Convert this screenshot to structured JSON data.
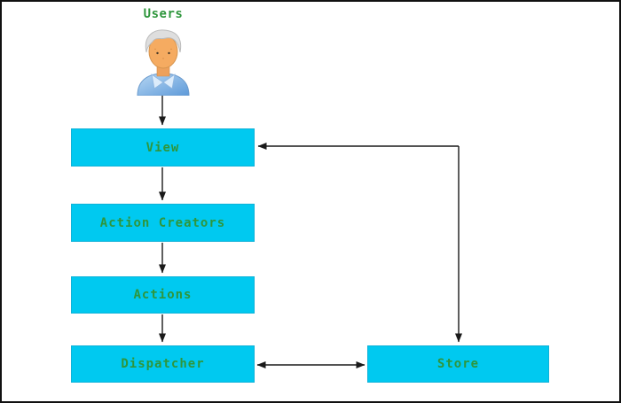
{
  "diagram": {
    "user_label": "Users",
    "avatar_icon": "user-avatar-icon",
    "nodes": [
      {
        "id": "view",
        "label": "View"
      },
      {
        "id": "action-creators",
        "label": "Action Creators"
      },
      {
        "id": "actions",
        "label": "Actions"
      },
      {
        "id": "dispatcher",
        "label": "Dispatcher"
      },
      {
        "id": "store",
        "label": "Store"
      }
    ],
    "edges": [
      {
        "from": "Users",
        "to": "View",
        "type": "arrow"
      },
      {
        "from": "View",
        "to": "Action Creators",
        "type": "arrow"
      },
      {
        "from": "Action Creators",
        "to": "Actions",
        "type": "arrow"
      },
      {
        "from": "Actions",
        "to": "Dispatcher",
        "type": "arrow"
      },
      {
        "from": "Dispatcher",
        "to": "Store",
        "type": "bidirectional-arrow"
      },
      {
        "from": "Store",
        "to": "View",
        "type": "elbow-line-arrowheads-into-view-and-store"
      }
    ],
    "colors": {
      "node_fill": "#00c9f0",
      "node_border": "#0fb2d8",
      "label_color": "#2e963c",
      "arrow_color": "#1a1a1a",
      "canvas_border": "#111111"
    }
  }
}
